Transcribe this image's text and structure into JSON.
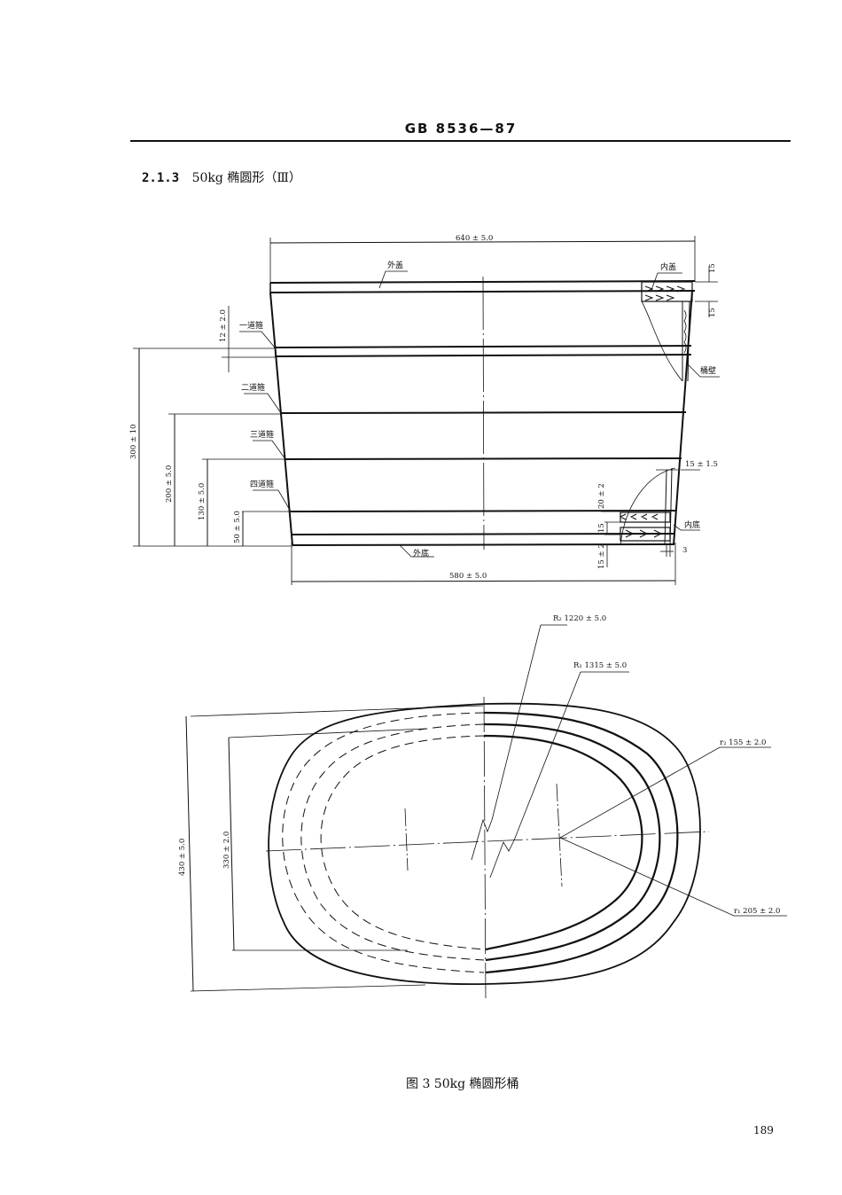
{
  "header": {
    "standard_code": "GB 8536—87"
  },
  "section": {
    "number": "2.1.3",
    "title": "50kg 椭圆形（Ⅲ）"
  },
  "front_view": {
    "top_width_dim": "640 ± 5.0",
    "bottom_width_dim": "580 ± 5.0",
    "labels": {
      "outer_lid": "外盖",
      "inner_lid": "内盖",
      "hoop_1": "一道箍",
      "hoop_2": "二道箍",
      "hoop_3": "三道箍",
      "hoop_4": "四道箍",
      "barrel_wall": "桶壁",
      "inner_bottom": "内底",
      "outer_bottom": "外底"
    },
    "dims": {
      "lid_top": "15",
      "lid_bottom": "15",
      "hoop_width": "12 ± 2.0",
      "h_300": "300 ± 10",
      "h_200": "200 ± 5.0",
      "h_130": "130 ± 5.0",
      "h_50": "50 ± 5.0",
      "wall_thickness": "15 ± 1.5",
      "inner_bottom_gap": "20 ± 2",
      "bottom_gap": "15",
      "outer_bottom_thk": "15 ± 2",
      "groove": "3"
    }
  },
  "plan_view": {
    "R2": "R₂ 1220 ± 5.0",
    "R1": "R₁ 1315 ± 5.0",
    "r2": "r₂ 155 ± 2.0",
    "r1": "r₁ 205 ± 2.0",
    "outer_height": "430 ± 5.0",
    "inner_height": "330 ± 2.0"
  },
  "caption": "图 3   50kg  椭圆形桶",
  "page_number": "189"
}
